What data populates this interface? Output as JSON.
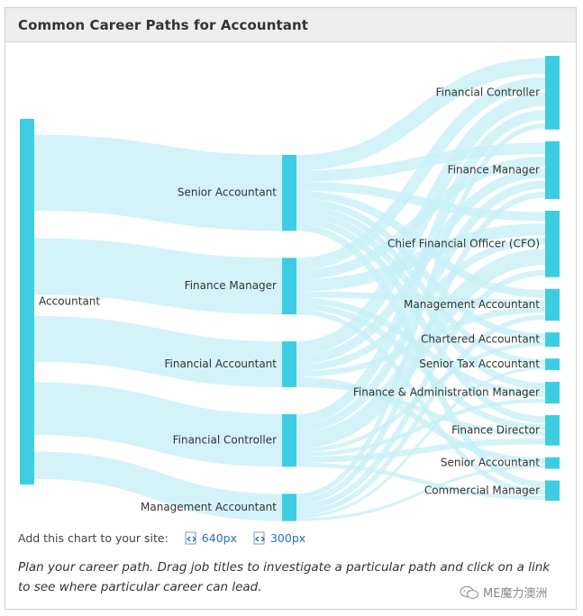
{
  "header": {
    "title": "Common Career Paths for Accountant"
  },
  "colors": {
    "node": "#3ccde3",
    "link": "#c7eff6",
    "text": "#333333",
    "accent_link": "#2a6fb8"
  },
  "chart_data": {
    "type": "sankey",
    "nodes": [
      {
        "id": "acc",
        "label": "Accountant",
        "column": 0
      },
      {
        "id": "sa1",
        "label": "Senior Accountant",
        "column": 1
      },
      {
        "id": "fm1",
        "label": "Finance Manager",
        "column": 1
      },
      {
        "id": "fa1",
        "label": "Financial Accountant",
        "column": 1
      },
      {
        "id": "fc1",
        "label": "Financial Controller",
        "column": 1
      },
      {
        "id": "ma1",
        "label": "Management Accountant",
        "column": 1
      },
      {
        "id": "fc2",
        "label": "Financial Controller",
        "column": 2
      },
      {
        "id": "fm2",
        "label": "Finance Manager",
        "column": 2
      },
      {
        "id": "cfo",
        "label": "Chief Financial Officer (CFO)",
        "column": 2
      },
      {
        "id": "ma2",
        "label": "Management Accountant",
        "column": 2
      },
      {
        "id": "ca2",
        "label": "Chartered Accountant",
        "column": 2
      },
      {
        "id": "sta",
        "label": "Senior Tax Accountant",
        "column": 2
      },
      {
        "id": "fam",
        "label": "Finance & Administration Manager",
        "column": 2
      },
      {
        "id": "fd2",
        "label": "Finance Director",
        "column": 2
      },
      {
        "id": "sa2",
        "label": "Senior Accountant",
        "column": 2
      },
      {
        "id": "cm2",
        "label": "Commercial Manager",
        "column": 2
      }
    ],
    "links": [
      {
        "source": "acc",
        "target": "sa1",
        "value": 78
      },
      {
        "source": "acc",
        "target": "fm1",
        "value": 58
      },
      {
        "source": "acc",
        "target": "fa1",
        "value": 47
      },
      {
        "source": "acc",
        "target": "fc1",
        "value": 54
      },
      {
        "source": "acc",
        "target": "ma1",
        "value": 28
      },
      {
        "source": "sa1",
        "target": "fc2",
        "value": 14
      },
      {
        "source": "sa1",
        "target": "fm2",
        "value": 10
      },
      {
        "source": "sa1",
        "target": "cfo",
        "value": 8
      },
      {
        "source": "sa1",
        "target": "ma2",
        "value": 7
      },
      {
        "source": "sa1",
        "target": "ca2",
        "value": 6
      },
      {
        "source": "sa1",
        "target": "sta",
        "value": 5
      },
      {
        "source": "sa1",
        "target": "fam",
        "value": 6
      },
      {
        "source": "sa1",
        "target": "fd2",
        "value": 6
      },
      {
        "source": "sa1",
        "target": "cm2",
        "value": 6
      },
      {
        "source": "fm1",
        "target": "fc2",
        "value": 10
      },
      {
        "source": "fm1",
        "target": "fm2",
        "value": 8
      },
      {
        "source": "fm1",
        "target": "cfo",
        "value": 10
      },
      {
        "source": "fm1",
        "target": "ma2",
        "value": 5
      },
      {
        "source": "fm1",
        "target": "fam",
        "value": 5
      },
      {
        "source": "fm1",
        "target": "fd2",
        "value": 5
      },
      {
        "source": "fm1",
        "target": "cm2",
        "value": 4
      },
      {
        "source": "fa1",
        "target": "fc2",
        "value": 12
      },
      {
        "source": "fa1",
        "target": "fm2",
        "value": 8
      },
      {
        "source": "fa1",
        "target": "cfo",
        "value": 6
      },
      {
        "source": "fa1",
        "target": "ma2",
        "value": 5
      },
      {
        "source": "fa1",
        "target": "sa2",
        "value": 5
      },
      {
        "source": "fa1",
        "target": "fd2",
        "value": 4
      },
      {
        "source": "fc1",
        "target": "fc2",
        "value": 10
      },
      {
        "source": "fc1",
        "target": "fm2",
        "value": 8
      },
      {
        "source": "fc1",
        "target": "cfo",
        "value": 16
      },
      {
        "source": "fc1",
        "target": "ca2",
        "value": 4
      },
      {
        "source": "fc1",
        "target": "fam",
        "value": 4
      },
      {
        "source": "fc1",
        "target": "fd2",
        "value": 6
      },
      {
        "source": "fc1",
        "target": "cm2",
        "value": 4
      },
      {
        "source": "ma1",
        "target": "fc2",
        "value": 5
      },
      {
        "source": "ma1",
        "target": "fm2",
        "value": 6
      },
      {
        "source": "ma1",
        "target": "cfo",
        "value": 6
      },
      {
        "source": "ma1",
        "target": "ma2",
        "value": 5
      },
      {
        "source": "ma1",
        "target": "sta",
        "value": 3
      },
      {
        "source": "ma1",
        "target": "sa2",
        "value": 3
      }
    ]
  },
  "embed": {
    "label": "Add this chart to your site:",
    "link_640": "640px",
    "link_300": "300px",
    "code_icon": "embed-code-icon"
  },
  "help_text": "Plan your career path. Drag job titles to investigate a particular path and click on a link to see where particular career can lead.",
  "watermark": {
    "text": "ME魔力澳洲",
    "icon": "wechat-icon"
  }
}
